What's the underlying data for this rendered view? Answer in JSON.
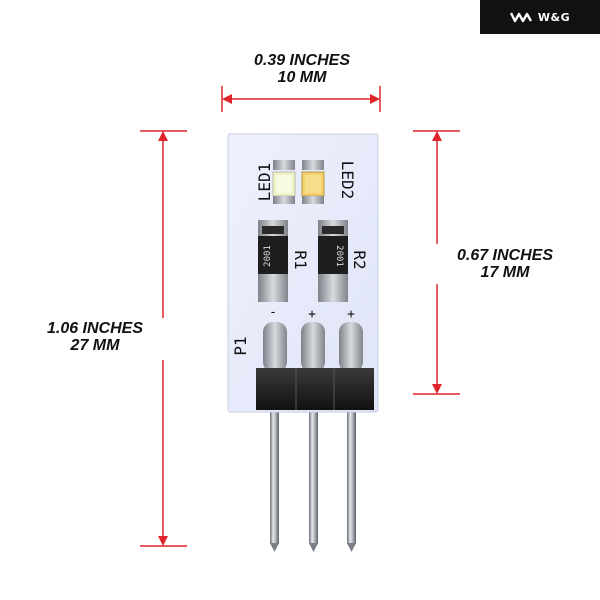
{
  "brand": {
    "name": "W&G",
    "logo_icon": "wg-crown-icon"
  },
  "dimensions": {
    "width": {
      "imperial": "0.39 INCHES",
      "metric": "10 MM"
    },
    "total_height": {
      "imperial": "1.06 INCHES",
      "metric": "27 MM"
    },
    "board_height": {
      "imperial": "0.67 INCHES",
      "metric": "17 MM"
    }
  },
  "board": {
    "led1_label": "LED1",
    "led2_label": "LED2",
    "r1_label": "R1",
    "r2_label": "R2",
    "resistor1_code": "2001",
    "resistor2_code": "2001",
    "pin_header_label": "P1",
    "pin1_sign": "-",
    "pin2_sign": "+",
    "pin3_sign": "+"
  },
  "colors": {
    "dimension_line": "#e0242c",
    "board": "#e8ecfb",
    "led1_white": "#eef4c8",
    "led2_warm": "#f3d06a"
  }
}
